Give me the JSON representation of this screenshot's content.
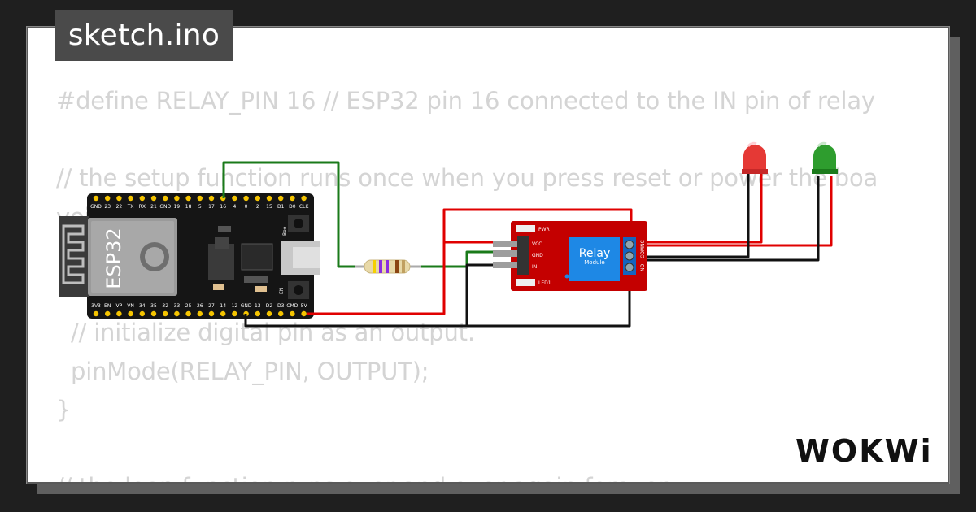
{
  "title": "sketch.ino",
  "code_lines": [
    "#define RELAY_PIN 16 // ESP32 pin 16 connected to the IN pin of relay",
    "",
    "// the setup function runs once when you press reset or power the boa",
    "void setup() {",
    "",
    "",
    "  // initialize digital pin as an output.",
    "  pinMode(RELAY_PIN, OUTPUT);",
    "}",
    "",
    "// the loop function runs over and over again forever"
  ],
  "esp32": {
    "label": "ESP32",
    "top_pins": [
      "CLK",
      "D0",
      "D1",
      "15",
      "2",
      "0",
      "4",
      "16",
      "17",
      "5",
      "18",
      "19",
      "GND",
      "21",
      "RX",
      "TX",
      "22",
      "23",
      "GND"
    ],
    "bottom_pins": [
      "3V3",
      "EN",
      "VP",
      "VN",
      "34",
      "35",
      "32",
      "33",
      "25",
      "26",
      "27",
      "14",
      "12",
      "GND",
      "13",
      "D2",
      "D3",
      "CMD",
      "5V"
    ],
    "boot_label": "Boo",
    "en_label": "EN"
  },
  "relay": {
    "title": "Relay",
    "subtitle": "Module",
    "pins": [
      "VCC",
      "GND",
      "IN"
    ],
    "pwr_label": "PWR",
    "led_label": "LED1",
    "terminals": [
      "NO",
      "COM",
      "NC"
    ]
  },
  "logo": "WOKWi",
  "colors": {
    "background": "#1f1f1f",
    "title_bg": "#4a4a4a",
    "code_text": "#d4d4d4",
    "wire_red": "#e00000",
    "wire_black": "#111111",
    "wire_green": "#1a7a1a",
    "relay_board": "#c40000",
    "relay_body": "#1e88e5",
    "led_red": "#e53935",
    "led_green": "#2e9d2e"
  }
}
